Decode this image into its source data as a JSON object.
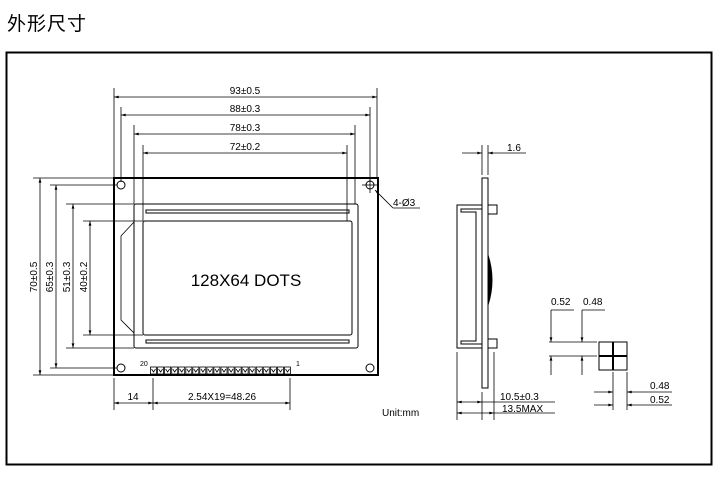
{
  "title": "外形尺寸",
  "front_view": {
    "display_label": "128X64 DOTS",
    "pin_labels": {
      "first": "20",
      "last": "1"
    },
    "pin_count": 20,
    "horizontal_dimensions": {
      "overall_width": "93±0.5",
      "hole_spacing": "88±0.3",
      "viewing_area": "78±0.3",
      "active_area": "72±0.2"
    },
    "vertical_dimensions": {
      "overall_height": "70±0.5",
      "hole_spacing": "65±0.3",
      "viewing_area": "51±0.3",
      "active_area": "40±0.2"
    },
    "hole_callout": "4-Ø3",
    "pin_offset": "14",
    "pin_pitch": "2.54X19=48.26"
  },
  "side_view": {
    "pcb_thickness": "1.6",
    "module_thickness": "10.5±0.3",
    "max_thickness": "13.5MAX"
  },
  "pin_detail": {
    "top_left": "0.52",
    "top_right": "0.48",
    "right_top": "0.48",
    "right_bottom": "0.52"
  },
  "unit_label": "Unit:mm"
}
